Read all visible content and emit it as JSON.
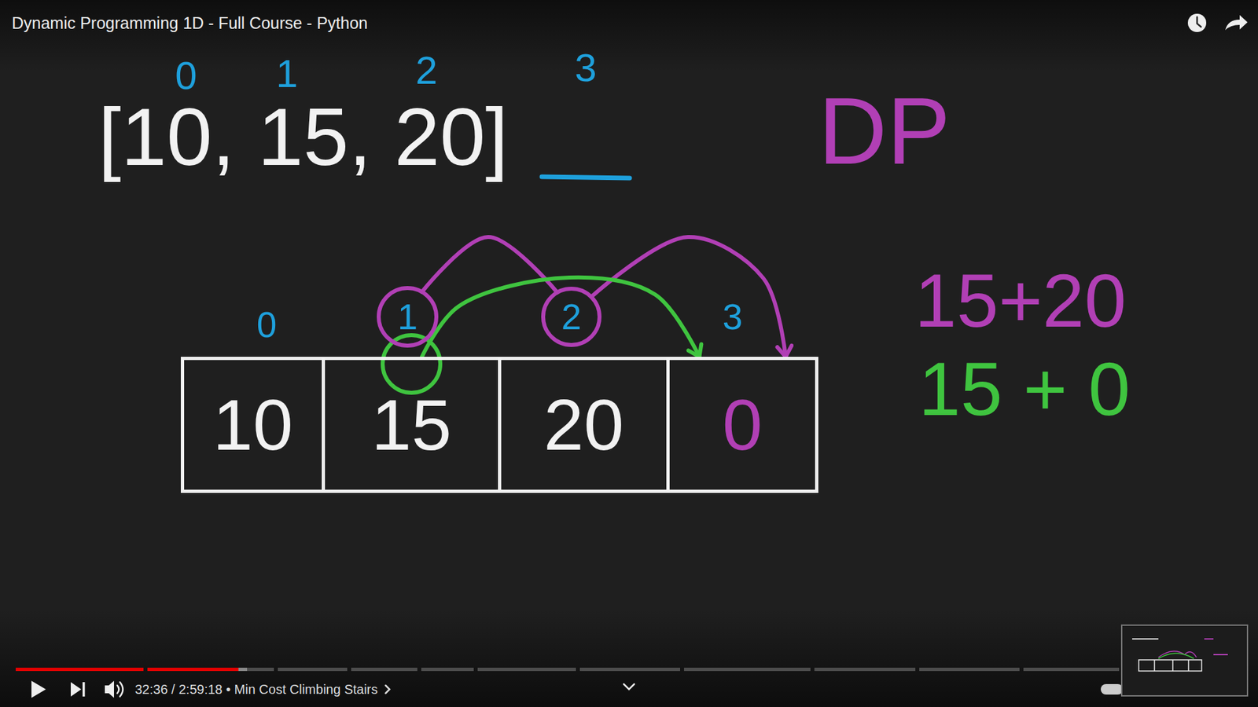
{
  "diagram": {
    "title": "Dynamic Programming 1D - Full Course - Python",
    "nodes": [
      {
        "text": [
          "1"
        ]
      },
      {
        "text": [
          "2"
        ]
      },
      {
        "text": [
          "10"
        ]
      },
      {
        "text": [
          "15"
        ]
      },
      {
        "text": [
          "20"
        ]
      },
      {
        "text": [
          "0"
        ]
      }
    ],
    "edges": [
      {
        "from": 0,
        "to": 1,
        "arrow": "none"
      },
      {
        "from": 1,
        "to": 5,
        "arrow": "to"
      },
      {
        "from": 3,
        "to": 5,
        "arrow": "to"
      }
    ],
    "labels": [
      "0",
      "1",
      "2",
      "3",
      "DP",
      "[10, 15, 20]",
      "15+20",
      "0",
      "3",
      "15 + 0",
      "32:36 / 2:59:18 • Min Cost Climbing Stairs"
    ]
  }
}
